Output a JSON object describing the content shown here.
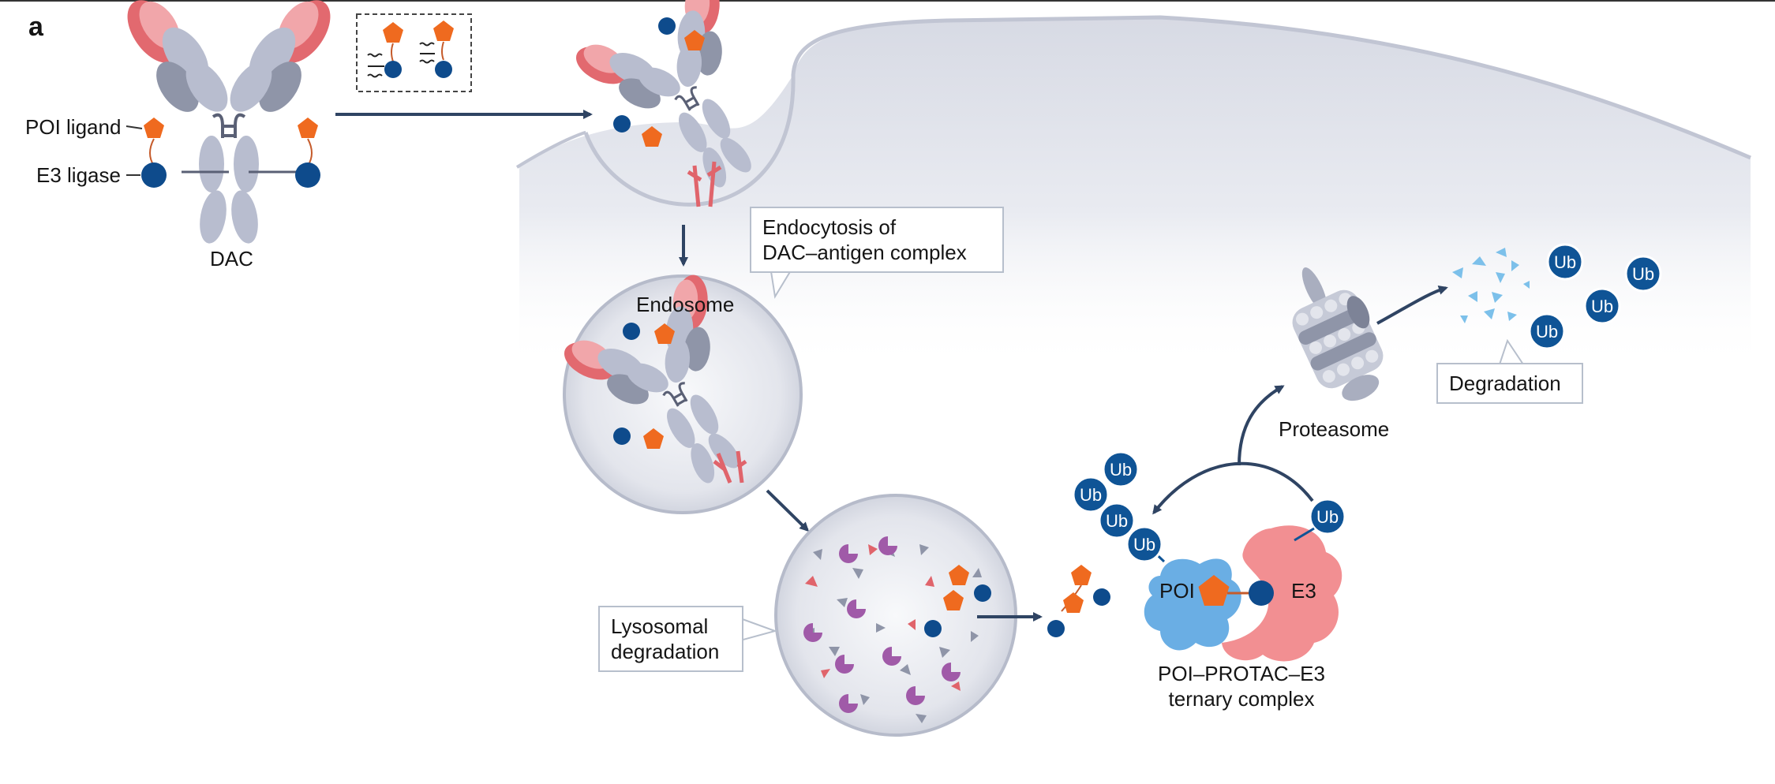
{
  "panel_label": "a",
  "labels": {
    "poi_ligand": "POI ligand",
    "e3_ligase": "E3 ligase",
    "dac": "DAC",
    "endosome": "Endosome",
    "endocytosis": "Endocytosis of DAC–antigen complex",
    "endocytosis_line1": "Endocytosis of",
    "endocytosis_line2": "DAC–antigen complex",
    "lysosomal_line1": "Lysosomal",
    "lysosomal_line2": "degradation",
    "proteasome": "Proteasome",
    "degradation": "Degradation",
    "poi": "POI",
    "e3": "E3",
    "ternary_line1": "POI–PROTAC–E3",
    "ternary_line2": "ternary complex",
    "ub": "Ub"
  },
  "colors": {
    "antibody_heavy": "#b8bdcf",
    "antibody_dark": "#8f95a8",
    "antigen_red": "#e0646b",
    "antigen_pink": "#f0a4a7",
    "poi_ligand_orange": "#ef6a1f",
    "e3_ligand_navy": "#0e4b8c",
    "ub_blue": "#0f5496",
    "poi_blue": "#6aaee4",
    "e3_pink": "#f28f92",
    "cell_gray": "#e2e4ec",
    "lysosome_purple": "#a05aa8",
    "arrow": "#2f4463"
  }
}
